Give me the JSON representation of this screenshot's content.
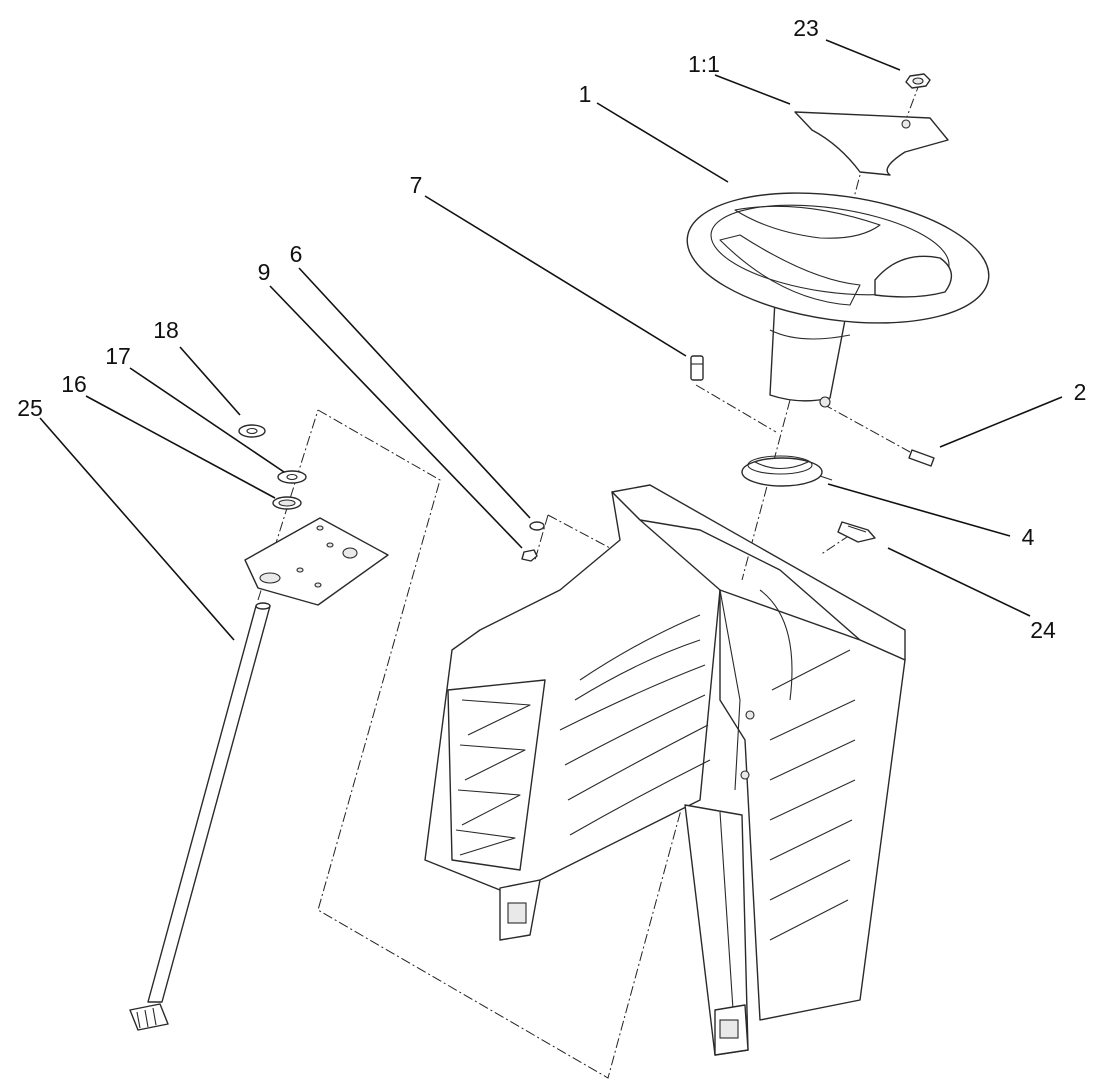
{
  "diagram": {
    "callouts": [
      {
        "id": "23"
      },
      {
        "id": "1:1"
      },
      {
        "id": "1"
      },
      {
        "id": "7"
      },
      {
        "id": "6"
      },
      {
        "id": "9"
      },
      {
        "id": "18"
      },
      {
        "id": "17"
      },
      {
        "id": "16"
      },
      {
        "id": "25"
      },
      {
        "id": "2"
      },
      {
        "id": "4"
      },
      {
        "id": "24"
      }
    ],
    "colors": {
      "line": "#2a2a2a",
      "background": "#ffffff",
      "text": "#111111"
    }
  }
}
